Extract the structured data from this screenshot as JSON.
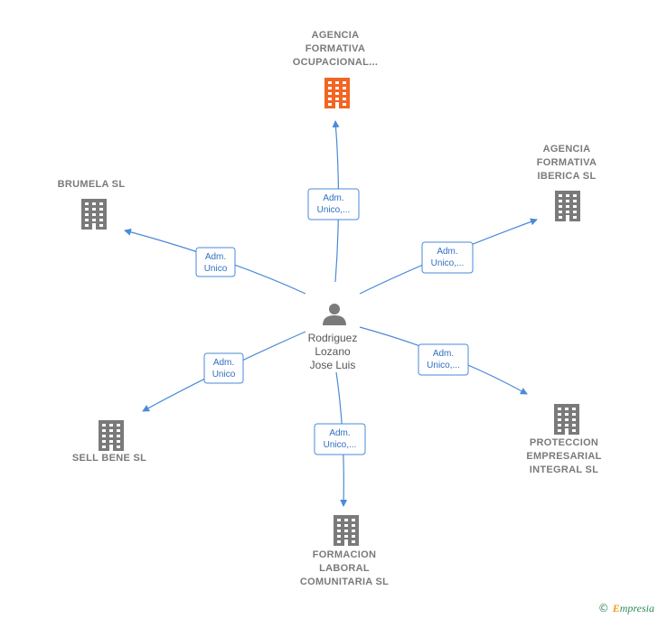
{
  "person": {
    "name_lines": [
      "Rodriguez",
      "Lozano",
      "Jose Luis"
    ],
    "icon": "person-icon"
  },
  "companies": [
    {
      "id": "agencia-ocupacional",
      "lines": [
        "AGENCIA",
        "FORMATIVA",
        "OCUPACIONAL..."
      ],
      "color": "#f26522",
      "highlight": true,
      "role_lines": [
        "Adm.",
        "Unico,..."
      ]
    },
    {
      "id": "agencia-iberica",
      "lines": [
        "AGENCIA",
        "FORMATIVA",
        "IBERICA  SL"
      ],
      "color": "#7a7a7a",
      "highlight": false,
      "role_lines": [
        "Adm.",
        "Unico,..."
      ]
    },
    {
      "id": "brumela",
      "lines": [
        "BRUMELA SL"
      ],
      "color": "#7a7a7a",
      "highlight": false,
      "role_lines": [
        "Adm.",
        "Unico"
      ]
    },
    {
      "id": "proteccion",
      "lines": [
        "PROTECCION",
        "EMPRESARIAL",
        "INTEGRAL SL"
      ],
      "color": "#7a7a7a",
      "highlight": false,
      "role_lines": [
        "Adm.",
        "Unico,..."
      ]
    },
    {
      "id": "sell-bene",
      "lines": [
        "SELL BENE  SL"
      ],
      "color": "#7a7a7a",
      "highlight": false,
      "role_lines": [
        "Adm.",
        "Unico"
      ]
    },
    {
      "id": "formacion-laboral",
      "lines": [
        "FORMACION",
        "LABORAL",
        "COMUNITARIA SL"
      ],
      "color": "#7a7a7a",
      "highlight": false,
      "role_lines": [
        "Adm.",
        "Unico,..."
      ]
    }
  ],
  "colors": {
    "edge": "#4a8ad8",
    "role_text": "#2f6fc0",
    "building": "#7a7a7a",
    "highlight": "#f26522"
  },
  "credit": {
    "symbol": "©",
    "brand_initial": "E",
    "brand_rest": "mpresia"
  }
}
